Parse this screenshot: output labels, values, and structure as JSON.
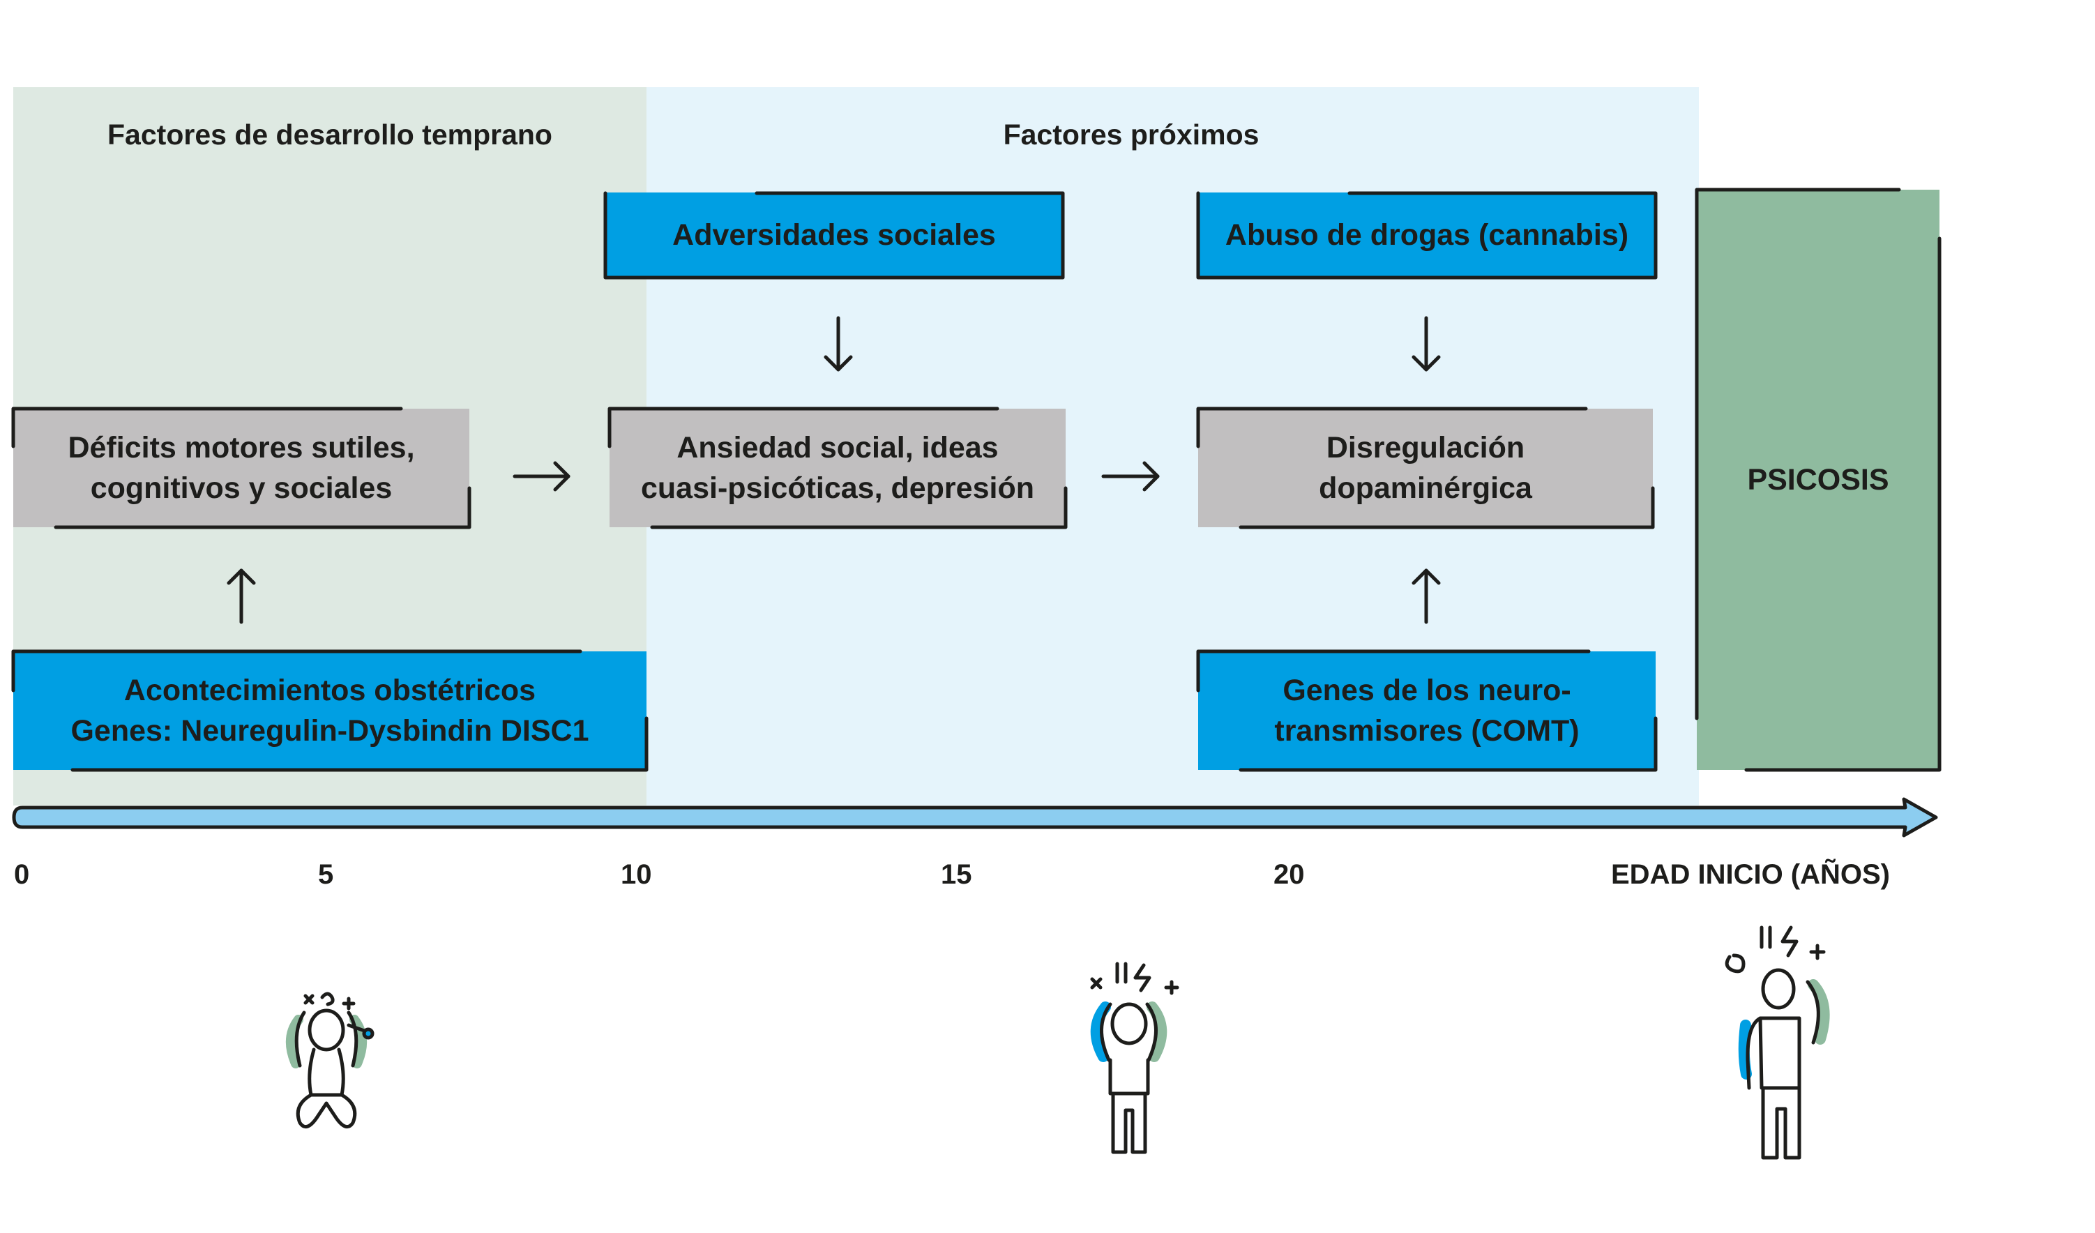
{
  "colors": {
    "early_zone": "#dee9e2",
    "proximal_zone": "#e5f4fb",
    "blue_box": "#009fe3",
    "grey_box": "#c1bfc0",
    "psicosis_box": "#8fbb9f",
    "timeline": "#8ccdf0",
    "stroke": "#1d1d1b"
  },
  "zones": {
    "early_title": "Factores de desarrollo temprano",
    "proximal_title": "Factores próximos"
  },
  "boxes": {
    "adversidades": "Adversidades sociales",
    "abuso": "Abuso de drogas (cannabis)",
    "deficits": "Déficits motores sutiles,\ncognitivos y sociales",
    "ansiedad": "Ansiedad social, ideas\ncuasi-psicóticas, depresión",
    "disregulacion": "Disregulación\ndopaminérgica",
    "acontecimientos": "Acontecimientos obstétricos\nGenes: Neuregulin-Dysbindin DISC1",
    "genes": "Genes de los neuro-\ntransmisores (COMT)",
    "psicosis": "PSICOSIS"
  },
  "timeline": {
    "ticks": [
      "0",
      "5",
      "10",
      "15",
      "20"
    ],
    "axis_label": "EDAD INICIO (AÑOS)"
  },
  "icons": [
    "baby-icon",
    "stressed-teen-icon",
    "stressed-adult-icon"
  ]
}
